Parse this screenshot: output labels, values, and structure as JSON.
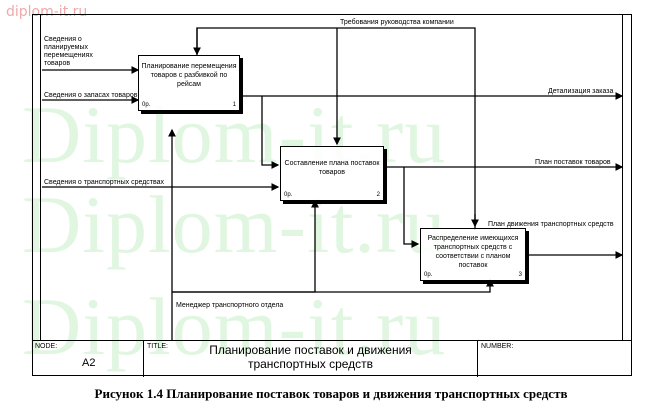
{
  "watermark": {
    "site": "diplom-it.ru",
    "big": "Diplom-it.ru"
  },
  "boxes": [
    {
      "title": "Планирование перемещения товаров с разбивкой по рейсам",
      "cost": "0р.",
      "number": "1"
    },
    {
      "title": "Составление плана поставок товаров",
      "cost": "0р.",
      "number": "2"
    },
    {
      "title": "Распределение имеющихся транспортных средств с соответствии с планом поставок",
      "cost": "0р.",
      "number": "3"
    }
  ],
  "arrows": {
    "planned_moves": "Сведения о планируемых перемещениях товаров",
    "stock": "Сведения о запасах товаров",
    "vehicles": "Сведения о транспортных средствах",
    "management_req": "Требования руководства компании",
    "order_detail": "Детализация заказа",
    "supply_plan": "План поставок товаров",
    "transport_plan": "План движения транспортных средств",
    "manager": "Менеджер транспортного отдела"
  },
  "footer": {
    "node_label": "NODE:",
    "node_value": "A2",
    "title_label": "TITLE:",
    "title_value": "Планирование поставок и движения транспортных средств",
    "number_label": "NUMBER:"
  },
  "caption": "Рисунок 1.4 Планирование поставок товаров и движения транспортных средств"
}
